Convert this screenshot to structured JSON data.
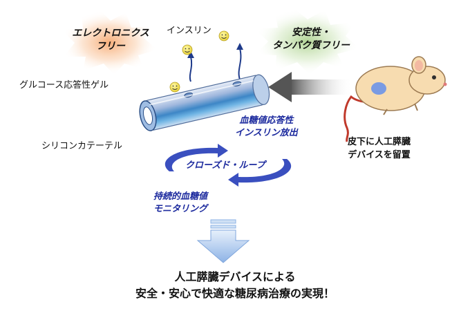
{
  "badges": {
    "electronics_free": [
      "エレクトロニクス",
      "フリー"
    ],
    "stable_protein_free": [
      "安定性・",
      "タンパク質フリー"
    ]
  },
  "labels": {
    "insulin": "インスリン",
    "glucose_gel": "グルコース応答性ゲル",
    "silicone_catheter": "シリコンカテーテル",
    "release": [
      "血糖値応答性",
      "インスリン放出"
    ],
    "implant": [
      "皮下に人工膵臓",
      "デバイスを留置"
    ],
    "closed_loop": "クローズド・ループ",
    "monitoring": [
      "持続的血糖値",
      "モニタリング"
    ]
  },
  "conclusion": [
    "人工膵臓デバイスによる",
    "安全・安心で快適な糖尿病治療の実現！"
  ],
  "colors": {
    "accent_blue": "#1c2a9e",
    "orange_glow": "#f6a56a",
    "green_glow": "#a9cf8a",
    "mouse_body": "#f7dcb0",
    "implant_dot": "#7a9be3",
    "arrow_down": "#a8c6ef"
  }
}
